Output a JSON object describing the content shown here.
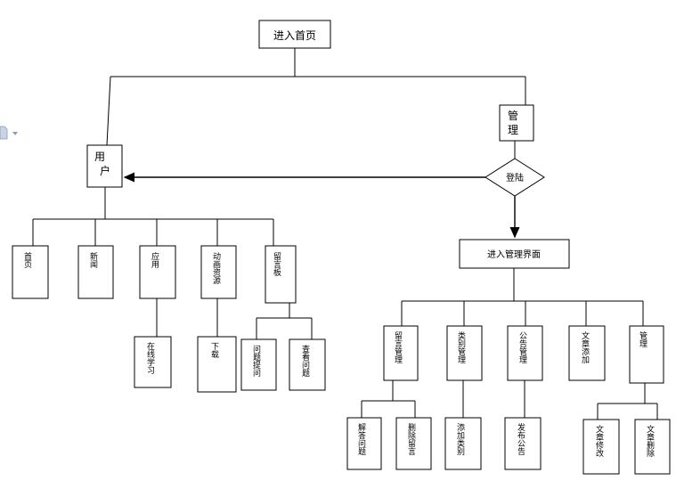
{
  "root": "进入首页",
  "admin": "管理",
  "user": "用户",
  "login": "登陆",
  "admin_panel": "进入管理界面",
  "user_children": [
    {
      "id": "home",
      "label": "首页"
    },
    {
      "id": "news",
      "label": "新闻"
    },
    {
      "id": "apps",
      "label": "应用"
    },
    {
      "id": "animation",
      "label": "动画资源"
    },
    {
      "id": "messages",
      "label": "留言板"
    }
  ],
  "apps_children": [
    {
      "id": "online-learning",
      "label": "在线学习"
    }
  ],
  "animation_children": [
    {
      "id": "download",
      "label": "下载"
    }
  ],
  "messages_children": [
    {
      "id": "ask-question",
      "label": "问题提问"
    },
    {
      "id": "view-question",
      "label": "查看问题"
    }
  ],
  "admin_children": [
    {
      "id": "msg-manage",
      "label": "留言管理"
    },
    {
      "id": "category-manage",
      "label": "类别管理"
    },
    {
      "id": "notice-manage",
      "label": "公告管理"
    },
    {
      "id": "article-add",
      "label": "文章添加"
    },
    {
      "id": "manage",
      "label": "管理"
    }
  ],
  "msg_manage_children": [
    {
      "id": "answer-question",
      "label": "解答问题"
    },
    {
      "id": "delete-message",
      "label": "删除留言"
    }
  ],
  "category_children": [
    {
      "id": "add-category",
      "label": "添加类别"
    }
  ],
  "notice_children": [
    {
      "id": "publish-notice",
      "label": "发布公告"
    }
  ],
  "manage_children": [
    {
      "id": "article-edit",
      "label": "文章修改"
    },
    {
      "id": "article-delete",
      "label": "文章删除"
    }
  ]
}
